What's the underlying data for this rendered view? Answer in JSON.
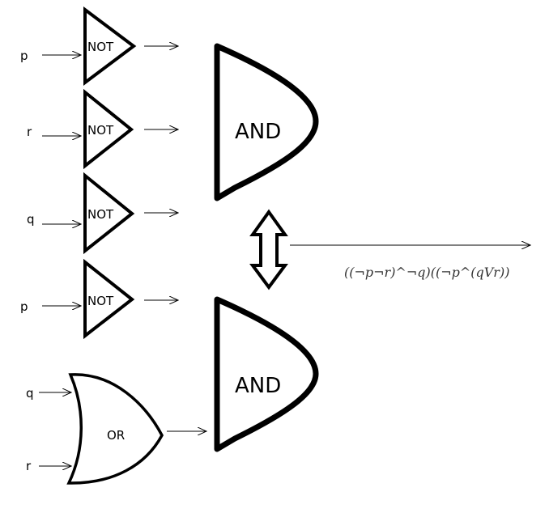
{
  "inputs": {
    "not1": "p",
    "not2": "r",
    "not3": "q",
    "not4": "p",
    "or_a": "q",
    "or_b": "r"
  },
  "gates": {
    "not_label": "NOT",
    "and_label": "AND",
    "or_label": "OR"
  },
  "formula": "((¬p¬r)^¬q)((¬p^(qVr))"
}
